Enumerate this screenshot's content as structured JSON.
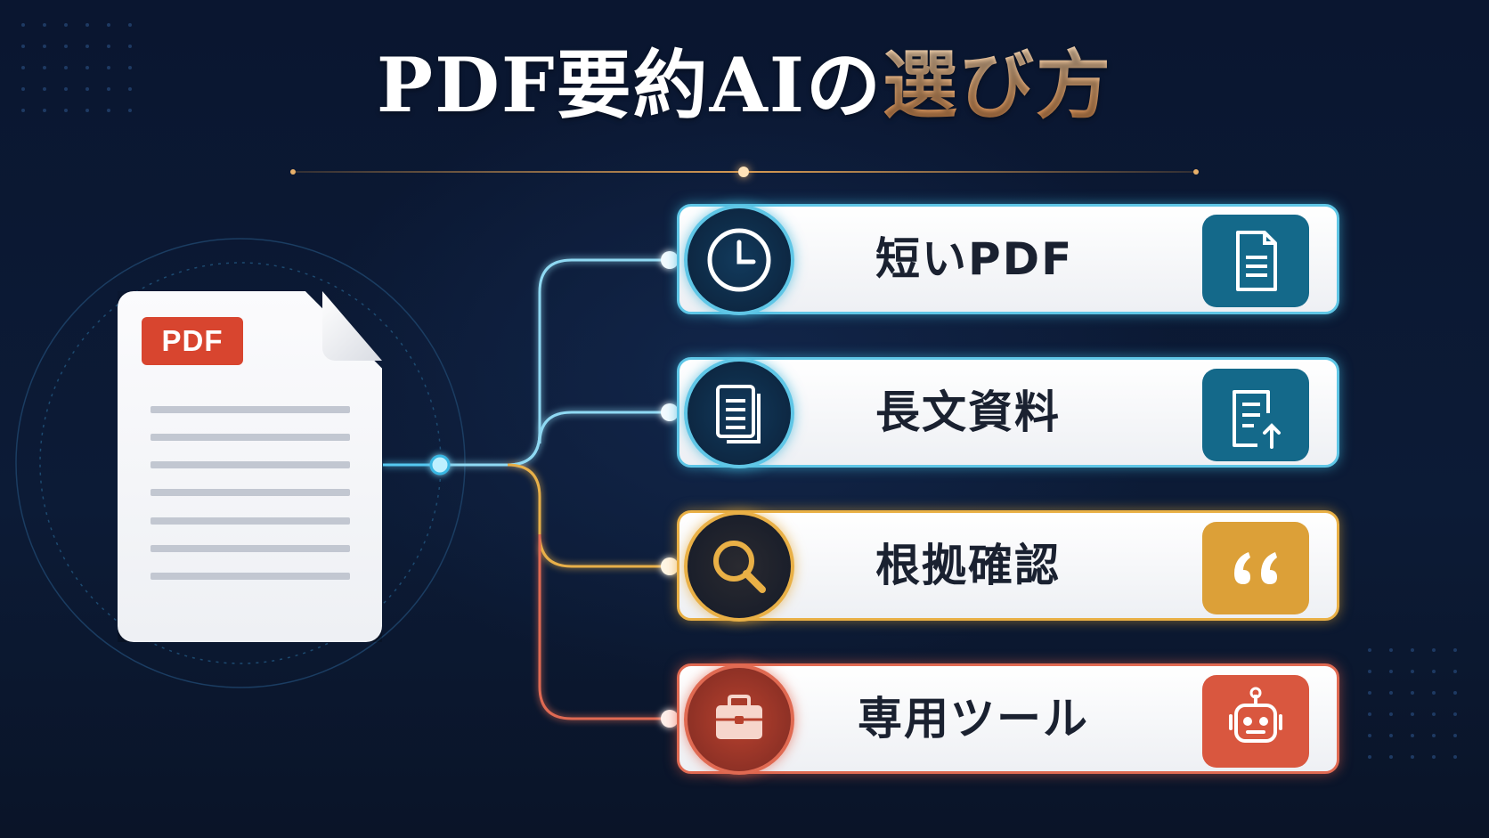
{
  "title": {
    "main": "PDF要約AIの",
    "accent": "選び方"
  },
  "document": {
    "badge": "PDF"
  },
  "options": [
    {
      "label": "短いPDF",
      "color": "#3fb4d8",
      "left_icon": "clock-icon",
      "right_icon": "document-icon"
    },
    {
      "label": "長文資料",
      "color": "#3fb4d8",
      "left_icon": "document-list-icon",
      "right_icon": "document-upload-icon"
    },
    {
      "label": "根拠確認",
      "color": "#e4a531",
      "left_icon": "magnifier-icon",
      "right_icon": "quote-icon"
    },
    {
      "label": "専用ツール",
      "color": "#de5e45",
      "left_icon": "briefcase-icon",
      "right_icon": "robot-icon"
    }
  ],
  "colors": {
    "background": "#0b1830",
    "teal": "#14698a",
    "gold": "#dca038",
    "red": "#d9573f"
  }
}
